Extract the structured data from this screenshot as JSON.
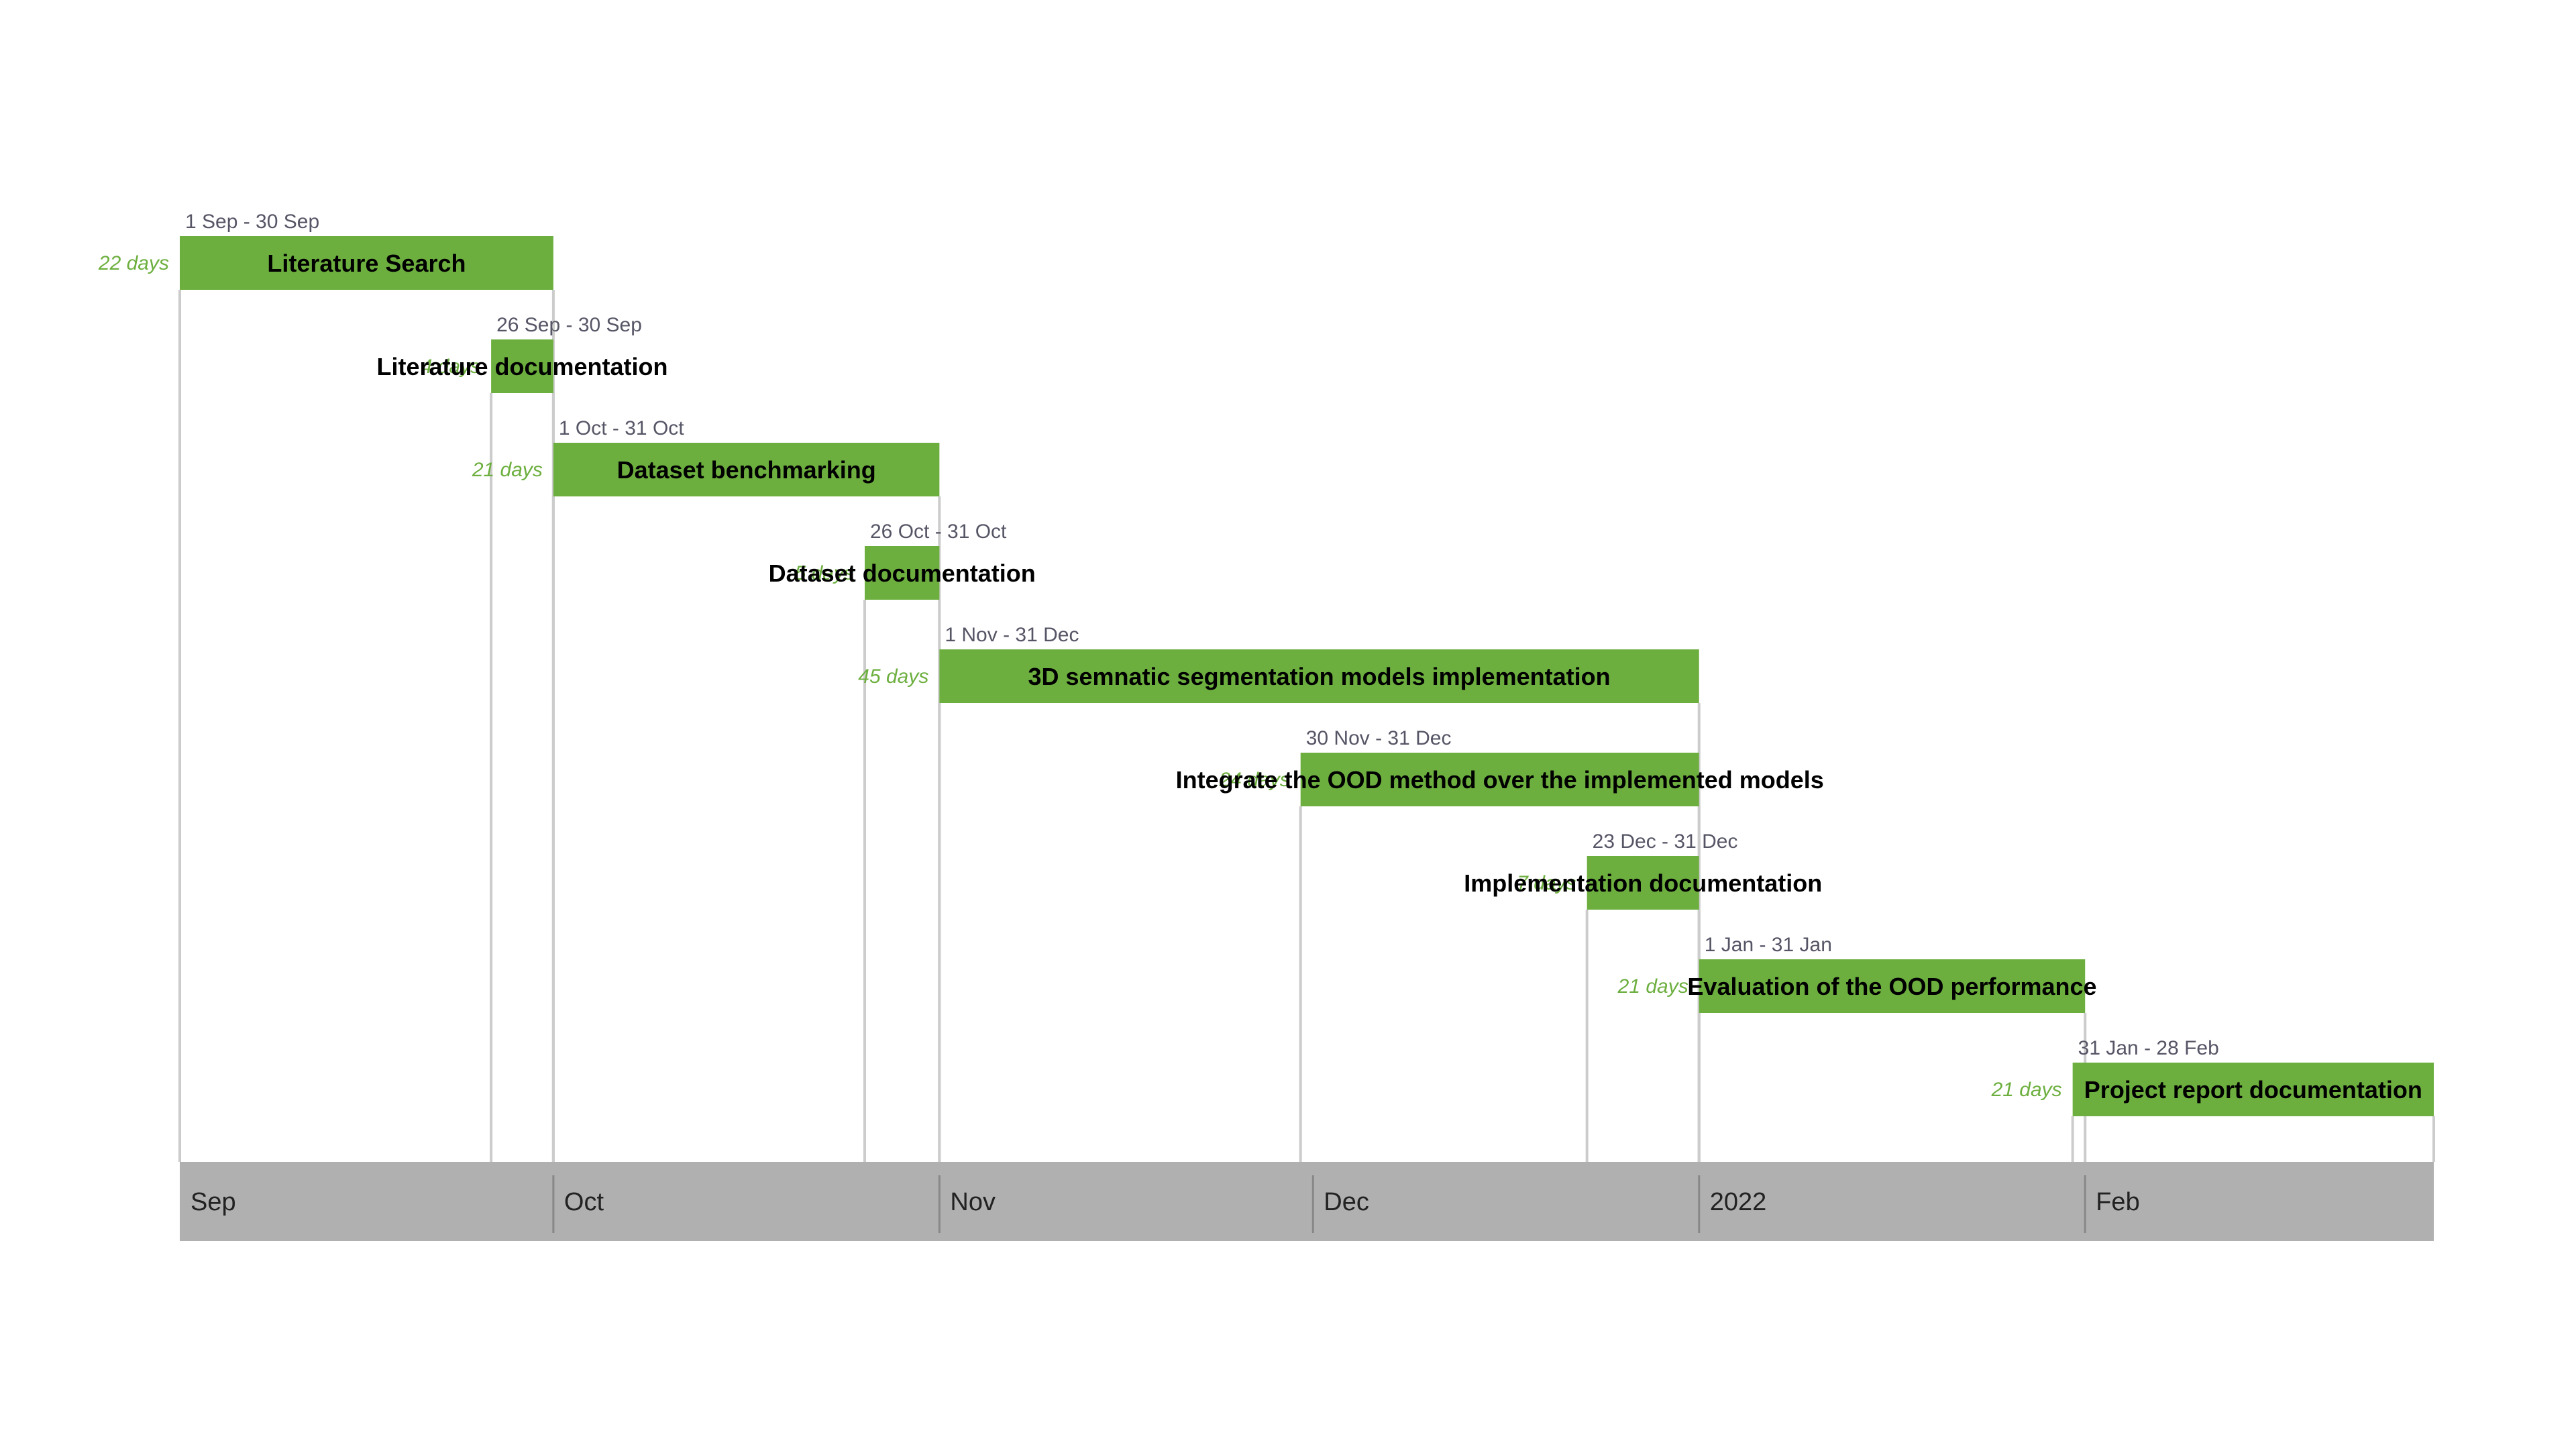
{
  "chart_data": {
    "type": "gantt",
    "colors": {
      "bar": "#6daf3f",
      "duration_label": "#6daf3f",
      "axis_band": "#b0b0b0",
      "guide_line": "#cccccc"
    },
    "x_range": [
      "2021-09-01",
      "2022-03-01"
    ],
    "tasks": [
      {
        "name": "Literature Search",
        "start": "2021-09-01",
        "end": "2021-09-30",
        "range_label": "1 Sep - 30 Sep",
        "duration_label": "22 days"
      },
      {
        "name": "Literature documentation",
        "start": "2021-09-26",
        "end": "2021-09-30",
        "range_label": "26 Sep - 30 Sep",
        "duration_label": "4 days"
      },
      {
        "name": "Dataset benchmarking",
        "start": "2021-10-01",
        "end": "2021-10-31",
        "range_label": "1 Oct - 31 Oct",
        "duration_label": "21 days"
      },
      {
        "name": "Dataset documentation",
        "start": "2021-10-26",
        "end": "2021-10-31",
        "range_label": "26 Oct - 31 Oct",
        "duration_label": "5 days"
      },
      {
        "name": "3D semnatic segmentation models implementation",
        "start": "2021-11-01",
        "end": "2021-12-31",
        "range_label": "1 Nov - 31 Dec",
        "duration_label": "45 days"
      },
      {
        "name": "Integrate the OOD method over the implemented models",
        "start": "2021-11-30",
        "end": "2021-12-31",
        "range_label": "30 Nov - 31 Dec",
        "duration_label": "24 days"
      },
      {
        "name": "Implementation documentation",
        "start": "2021-12-23",
        "end": "2021-12-31",
        "range_label": "23 Dec - 31 Dec",
        "duration_label": "7 days"
      },
      {
        "name": "Evaluation of the OOD performance",
        "start": "2022-01-01",
        "end": "2022-01-31",
        "range_label": "1 Jan - 31 Jan",
        "duration_label": "21 days"
      },
      {
        "name": "Project report documentation",
        "start": "2022-01-31",
        "end": "2022-02-28",
        "range_label": "31 Jan - 28 Feb",
        "duration_label": "21 days"
      }
    ],
    "axis": {
      "ticks": [
        {
          "label": "Sep",
          "date": "2021-09-01"
        },
        {
          "label": "Oct",
          "date": "2021-10-01"
        },
        {
          "label": "Nov",
          "date": "2021-11-01"
        },
        {
          "label": "Dec",
          "date": "2021-12-01"
        },
        {
          "label": "2022",
          "date": "2022-01-01"
        },
        {
          "label": "Feb",
          "date": "2022-02-01"
        }
      ]
    }
  }
}
